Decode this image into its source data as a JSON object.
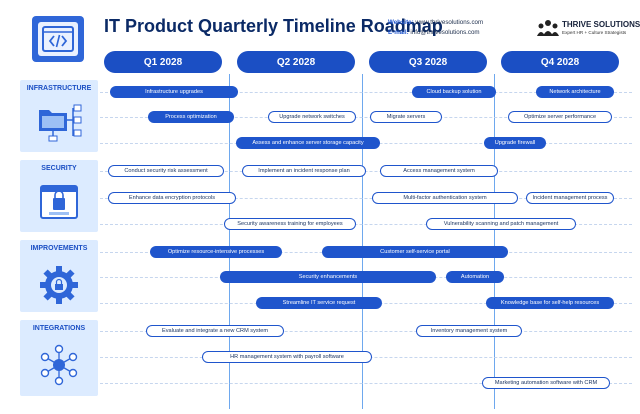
{
  "header": {
    "title": "IT Product Quarterly Timeline Roadmap",
    "website_label": "Website:",
    "website": "www.thrivesolutions.com",
    "email_label": "E-mail:",
    "email": "info@thrivesolutions.com",
    "brand_name": "THRIVE SOLUTIONS",
    "brand_tagline": "Expert HR + Culture Strategists"
  },
  "quarters": [
    "Q1 2028",
    "Q2 2028",
    "Q3 2028",
    "Q4 2028"
  ],
  "sections": [
    {
      "label": "INFRASTRUCTURE",
      "icon": "folder-tree-icon"
    },
    {
      "label": "SECURITY",
      "icon": "secure-browser-icon"
    },
    {
      "label": "IMPROVEMENTS",
      "icon": "gear-lock-icon"
    },
    {
      "label": "INTEGRATIONS",
      "icon": "network-users-icon"
    }
  ],
  "tasks": [
    "Infrastructure upgrades",
    "Cloud backup solution",
    "Network architecture",
    "Process optimization",
    "Upgrade network switches",
    "Migrate servers",
    "Optimize server performance",
    "Assess and enhance server storage capacity",
    "Upgrade firewall",
    "Conduct security risk assessment",
    "Implement an incident response plan",
    "Access management system",
    "Enhance data encryption protocols",
    "Multi-factor authentication system",
    "Incident management process",
    "Security awareness training for employees",
    "Vulnerability scanning and patch management",
    "Optimize resource-intensive processes",
    "Customer self-service portal",
    "Security enhancements",
    "Automation",
    "Streamline IT service request",
    "Knowledge base for self-help resources",
    "Evaluate and integrate a new CRM system",
    "Inventory management system",
    "HR management system with payroll software",
    "Marketing automation software with CRM"
  ],
  "colors": {
    "accent": "#1f55cc",
    "title": "#0b2a66",
    "panel": "#dcebff"
  }
}
